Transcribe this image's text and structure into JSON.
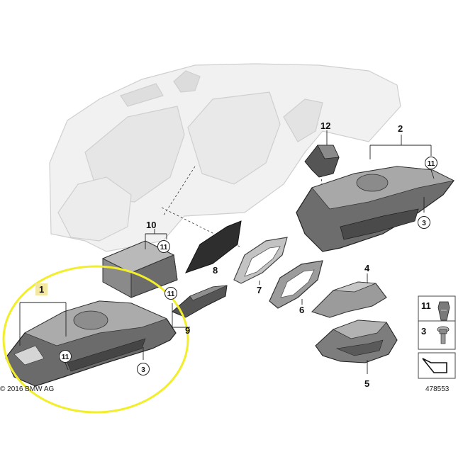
{
  "callouts": {
    "p1": "1",
    "p2": "2",
    "p3": "3",
    "p4": "4",
    "p5": "5",
    "p6": "6",
    "p7": "7",
    "p8": "8",
    "p9": "9",
    "p10": "10",
    "p11": "11",
    "p12": "12"
  },
  "legend": {
    "item_11": "11",
    "item_3": "3"
  },
  "copyright": "© 2016 BMW AG",
  "diagram_id": "478553",
  "colors": {
    "highlight_ellipse": "#f2ee2a",
    "highlight_box": "#f3e7a2",
    "part_dark": "#6f6f6f",
    "part_light": "#c8c8c8",
    "dashboard_ghost": "#e6e6e6"
  }
}
